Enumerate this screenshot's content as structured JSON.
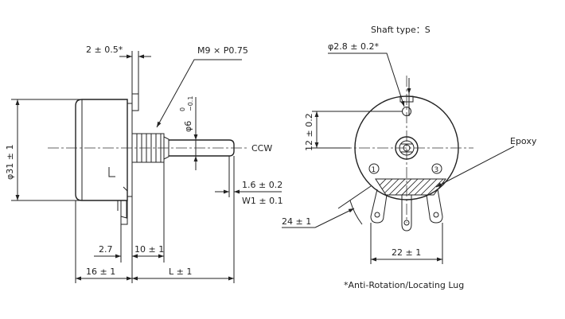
{
  "side_view": {
    "dim_lug_offset": "2 ± 0.5*",
    "thread_spec": "M9 × P0.75",
    "shaft_dia": "φ6",
    "shaft_dia_tol_upper": "0",
    "shaft_dia_tol_lower": "−0.1",
    "body_dia": "φ31 ± 1",
    "rotation_label": "CCW",
    "dim_shaft_flat": "1.6 ± 0.2",
    "dim_flat_width": "W1 ± 0.1",
    "dim_2_7": "2.7",
    "dim_bushing": "10 ± 1",
    "dim_body": "16 ± 1",
    "dim_shaft_length": "L ± 1"
  },
  "front_view": {
    "shaft_type": "Shaft type：S",
    "dim_lug_hole": "φ2.8 ± 0.2*",
    "dim_lug_height": "12 ± 0.2",
    "epoxy_label": "Epoxy",
    "terminal_1": "1",
    "terminal_3": "3",
    "dim_angle": "24 ± 1",
    "dim_terminal_span": "22 ± 1"
  },
  "footnote": "*Anti-Rotation/Locating Lug"
}
